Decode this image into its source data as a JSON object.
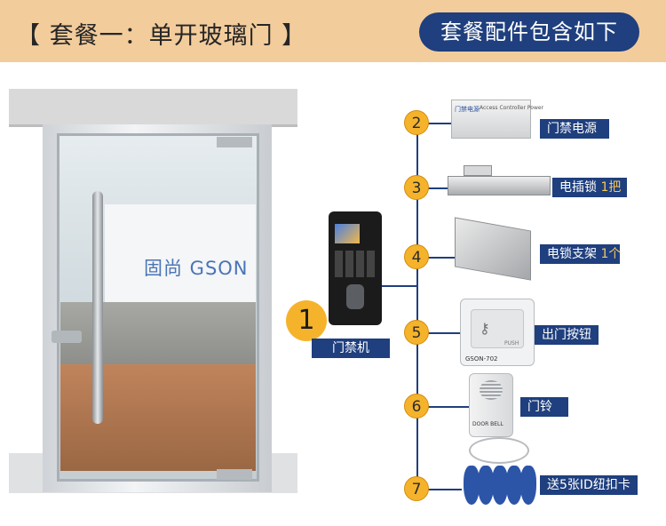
{
  "header": {
    "title": "【 套餐一：单开玻璃门 】",
    "pill": "套餐配件包含如下"
  },
  "door": {
    "logo_text": "固尚 GSON"
  },
  "main_item": {
    "number": "1",
    "label": "门禁机"
  },
  "items": [
    {
      "number": "2",
      "name": "门禁电源",
      "qty": ""
    },
    {
      "number": "3",
      "name": "电插锁",
      "qty": "1把"
    },
    {
      "number": "4",
      "name": "电锁支架",
      "qty": "1个"
    },
    {
      "number": "5",
      "name": "出门按钮",
      "qty": ""
    },
    {
      "number": "6",
      "name": "门铃",
      "qty": ""
    },
    {
      "number": "7",
      "name": "送5张ID纽扣卡",
      "qty": ""
    }
  ],
  "product_text": {
    "power_brand": "门禁电源",
    "power_sub": "Access Controller Power",
    "exit_push": "PUSH",
    "exit_model": "GSON-702",
    "bell_text": "DOOR BELL"
  },
  "colors": {
    "header_bg": "#f3cc9c",
    "accent_blue": "#1f3f7e",
    "number_orange": "#f5b32c",
    "qty_highlight": "#f5c85a"
  }
}
